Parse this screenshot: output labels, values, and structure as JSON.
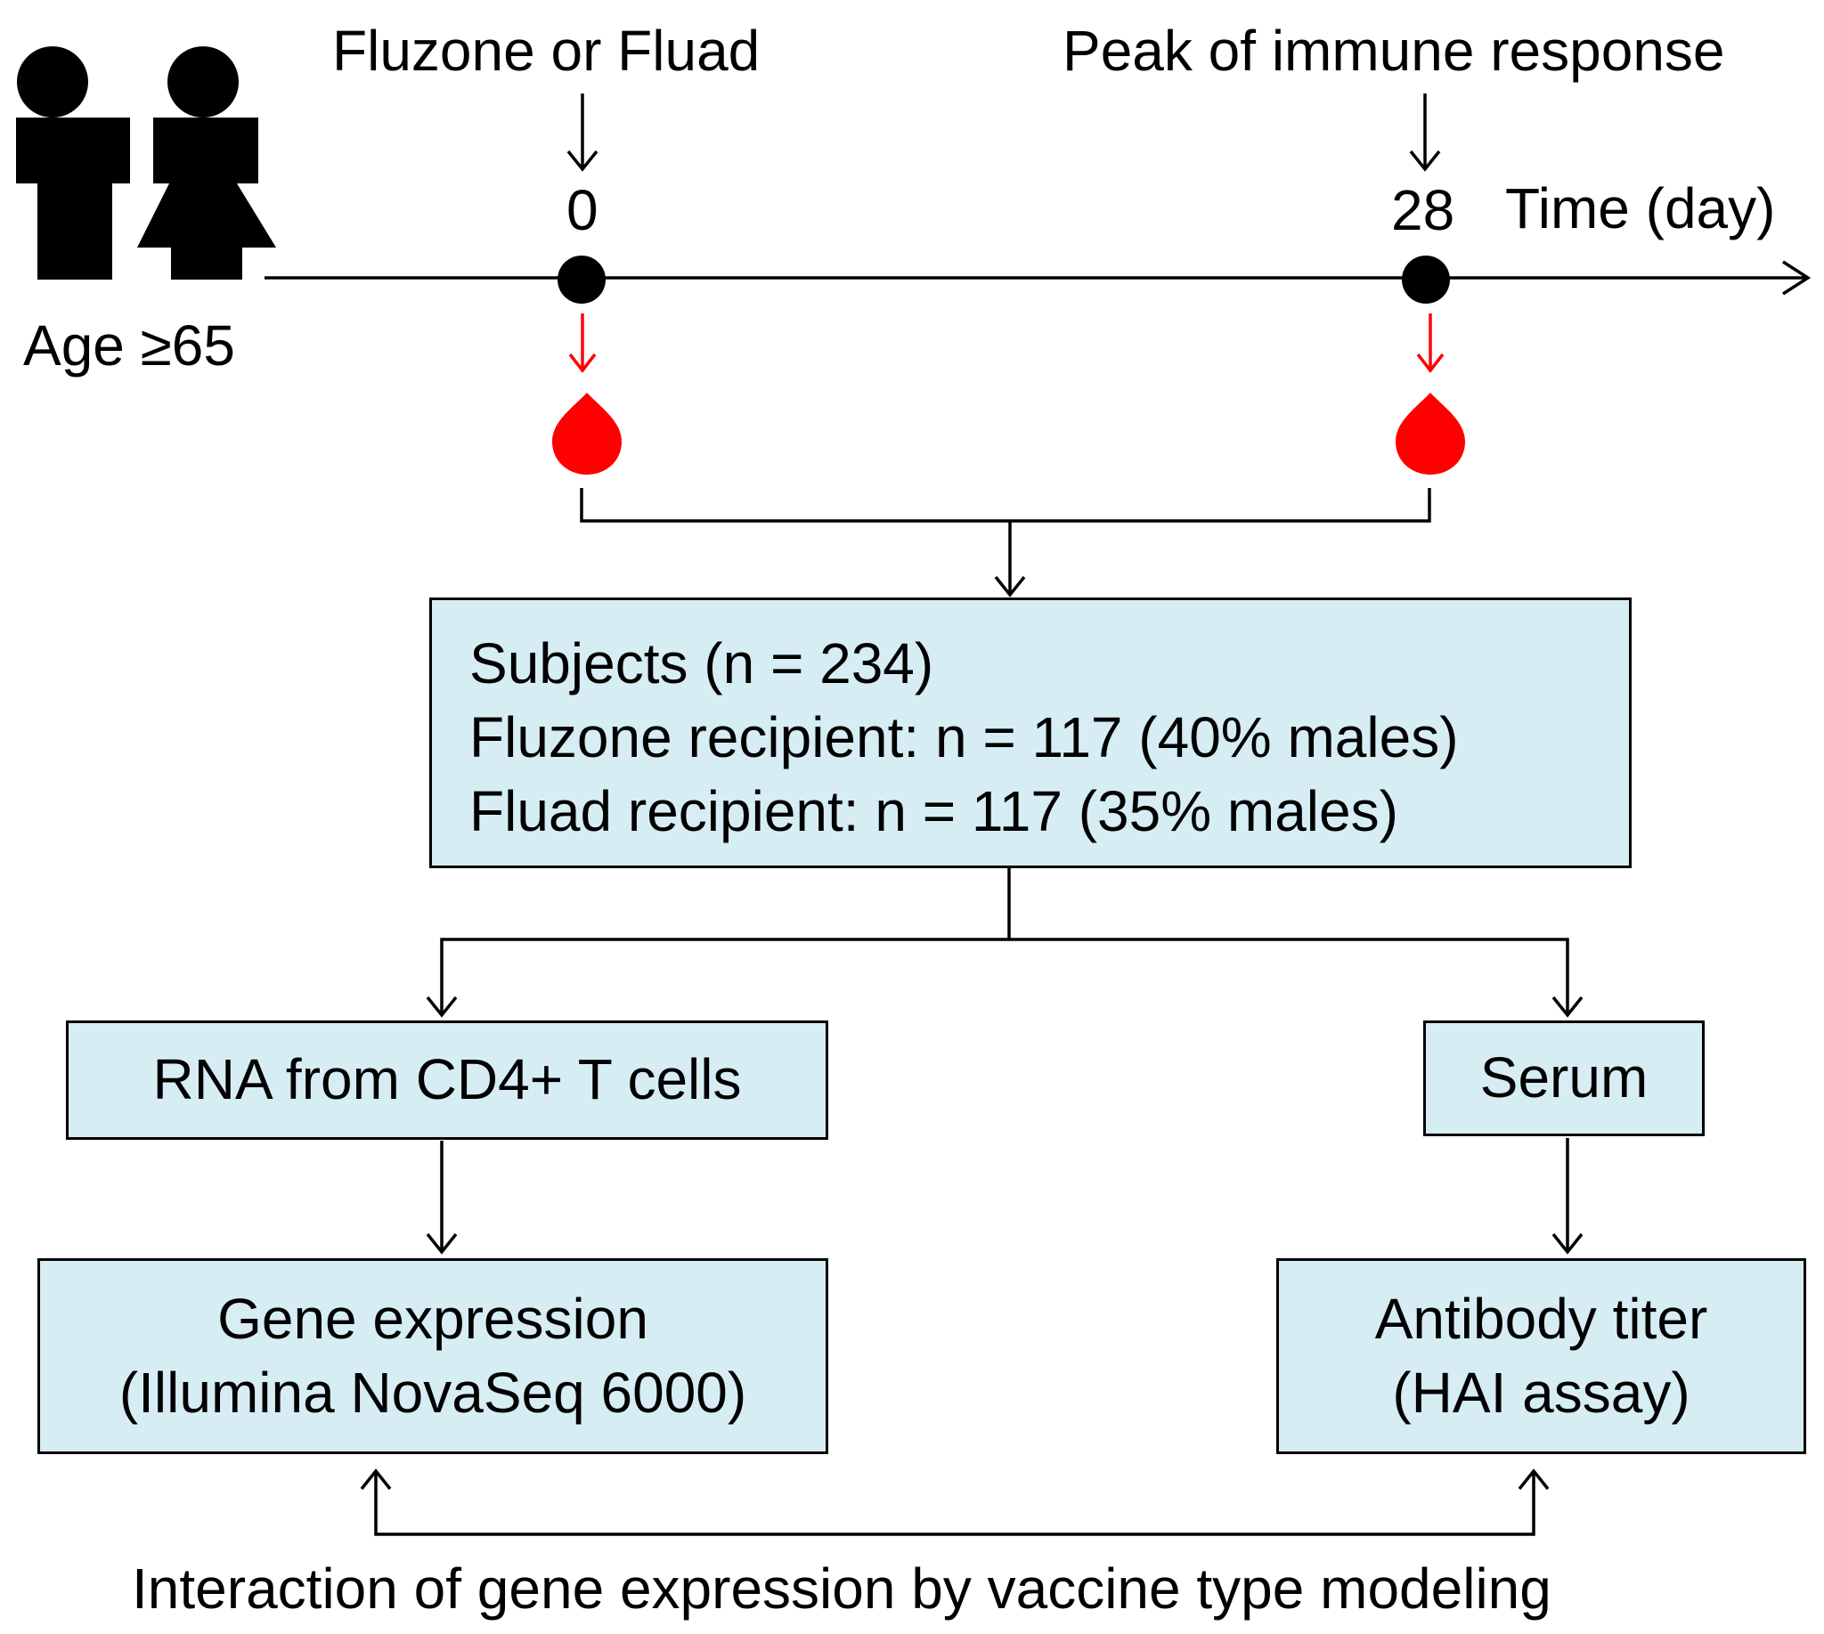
{
  "figure": {
    "timeline": {
      "vaccine_label": "Fluzone or Fluad",
      "peak_label": "Peak of immune response",
      "day_start": "0",
      "day_end": "28",
      "axis_label": "Time (day)",
      "age_label": "Age ≥65"
    },
    "subjects_box": {
      "line1": "Subjects (n = 234)",
      "line2": "Fluzone recipient: n = 117 (40% males)",
      "line3": "Fluad recipient: n = 117 (35% males)"
    },
    "rna_box": {
      "label": "RNA from CD4+ T cells"
    },
    "serum_box": {
      "label": "Serum"
    },
    "gene_box": {
      "line1": "Gene expression",
      "line2": "(Illumina NovaSeq 6000)"
    },
    "antibody_box": {
      "line1": "Antibody titer",
      "line2": "(HAI assay)"
    },
    "bottom_caption": "Interaction of gene expression by vaccine type modeling"
  },
  "colors": {
    "box_fill": "#d6edf4",
    "blood_red": "#ff0000",
    "line": "#000000"
  },
  "icons": [
    "male-person-icon",
    "female-person-icon",
    "blood-drop-icon"
  ]
}
